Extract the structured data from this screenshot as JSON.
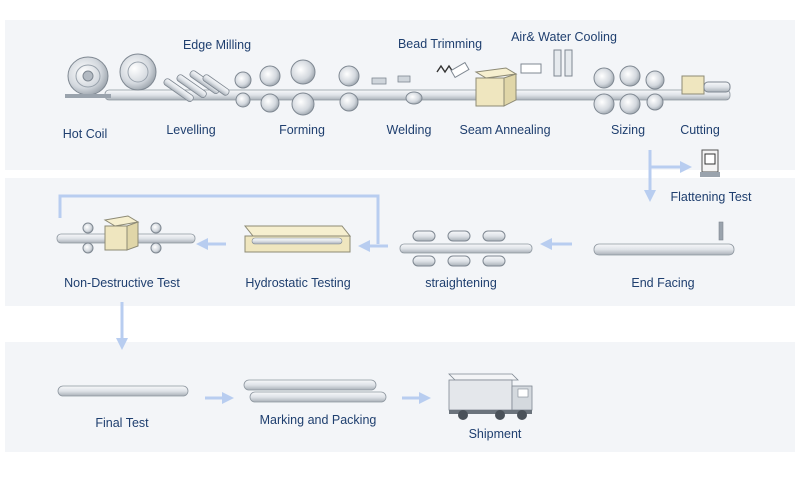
{
  "colors": {
    "label": "#1f3f6f",
    "arrow": "#b8cdf0",
    "panel": "#f2f4f7",
    "steel": "#d8dde3",
    "steel_dark": "#9aa3ad",
    "annealer": "#efe6bf"
  },
  "stages": {
    "hot_coil": "Hot Coil",
    "edge_milling": "Edge Milling",
    "levelling": "Levelling",
    "forming": "Forming",
    "bead_trimming": "Bead Trimming",
    "welding": "Welding",
    "air_water_cooling": "Air& Water Cooling",
    "seam_annealing": "Seam Annealing",
    "sizing": "Sizing",
    "cutting": "Cutting",
    "flattening_test": "Flattening Test",
    "non_destructive_test": "Non-Destructive Test",
    "hydrostatic_testing": "Hydrostatic Testing",
    "straightening": "straightening",
    "end_facing": "End Facing",
    "final_test": "Final Test",
    "marking_and_packing": "Marking and Packing",
    "shipment": "Shipment"
  }
}
